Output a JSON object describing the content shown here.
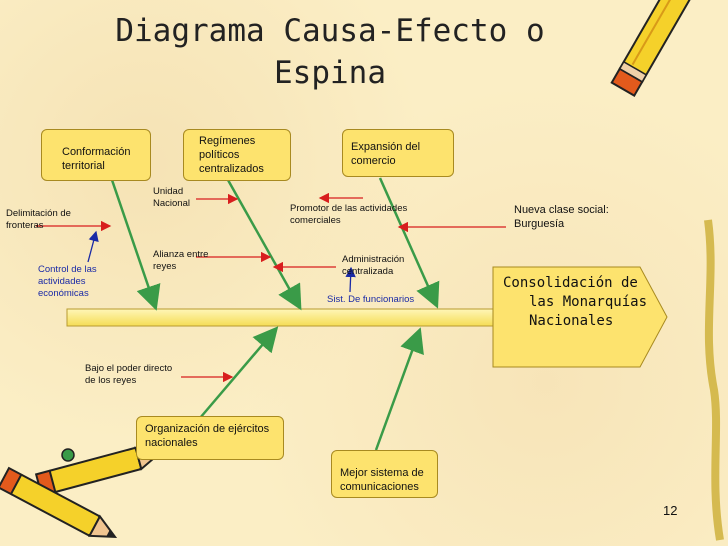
{
  "title": "Diagrama Causa-Efecto o Espina",
  "effect": {
    "line1": "Consolidación de",
    "line2": "las Monarquías",
    "line3": "Nacionales"
  },
  "causes_top": [
    {
      "label": "Conformación territorial"
    },
    {
      "label": "Regímenes políticos centralizados"
    },
    {
      "label": "Expansión del comercio"
    }
  ],
  "causes_bottom": [
    {
      "label": "Organización de ejércitos nacionales"
    },
    {
      "label": "Mejor sistema de comunicaciones"
    }
  ],
  "sub_causes": {
    "delimitacion": "Delimitación de fronteras",
    "control": "Control de las actividades económicas",
    "unidad": "Unidad Nacional",
    "alianza": "Alianza entre reyes",
    "promotor": "Promotor de las actividades comerciales",
    "administracion": "Administración centralizada",
    "funcionarios": "Sist. De funcionarios",
    "burguesia": "Nueva clase social: Burguesía",
    "bajo_poder": "Bajo el poder directo de los reyes"
  },
  "page_number": "12",
  "colors": {
    "background": "#fbeec5",
    "box_fill": "#fde36e",
    "bone_green": "#3a9b48",
    "arrow_red": "#d81e1e",
    "arrow_blue": "#1a2aa6"
  },
  "icons": [
    "pencil-icon"
  ]
}
